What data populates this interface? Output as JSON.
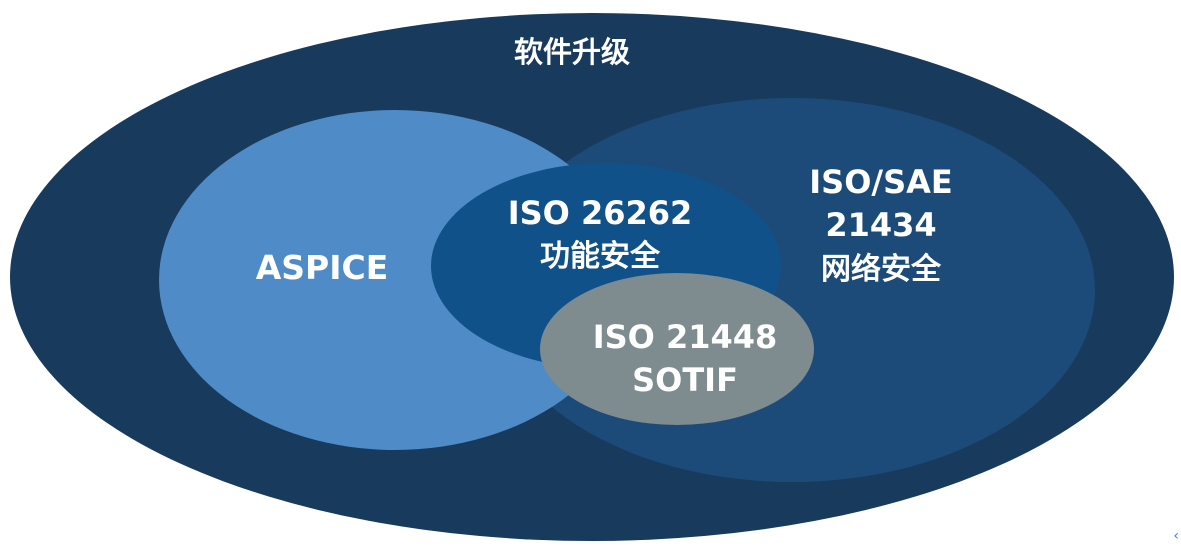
{
  "diagram": {
    "outer_label": "软件升级",
    "aspice_label": "ASPICE",
    "iso26262": {
      "line1": "ISO 26262",
      "line2": "功能安全"
    },
    "iso21434": {
      "line1": "ISO/SAE",
      "line2": "21434",
      "line3": "网络安全"
    },
    "iso21448": {
      "line1": "ISO 21448",
      "line2": "SOTIF"
    }
  },
  "colors": {
    "outer": "#173a5d",
    "cybersecurity": "#1c4b7a",
    "aspice": "#4f8bc6",
    "functional_safety": "#115189",
    "sotif": "#7e8b8f",
    "text": "#ffffff"
  },
  "icons": {
    "corner": "chevron-left-icon"
  }
}
